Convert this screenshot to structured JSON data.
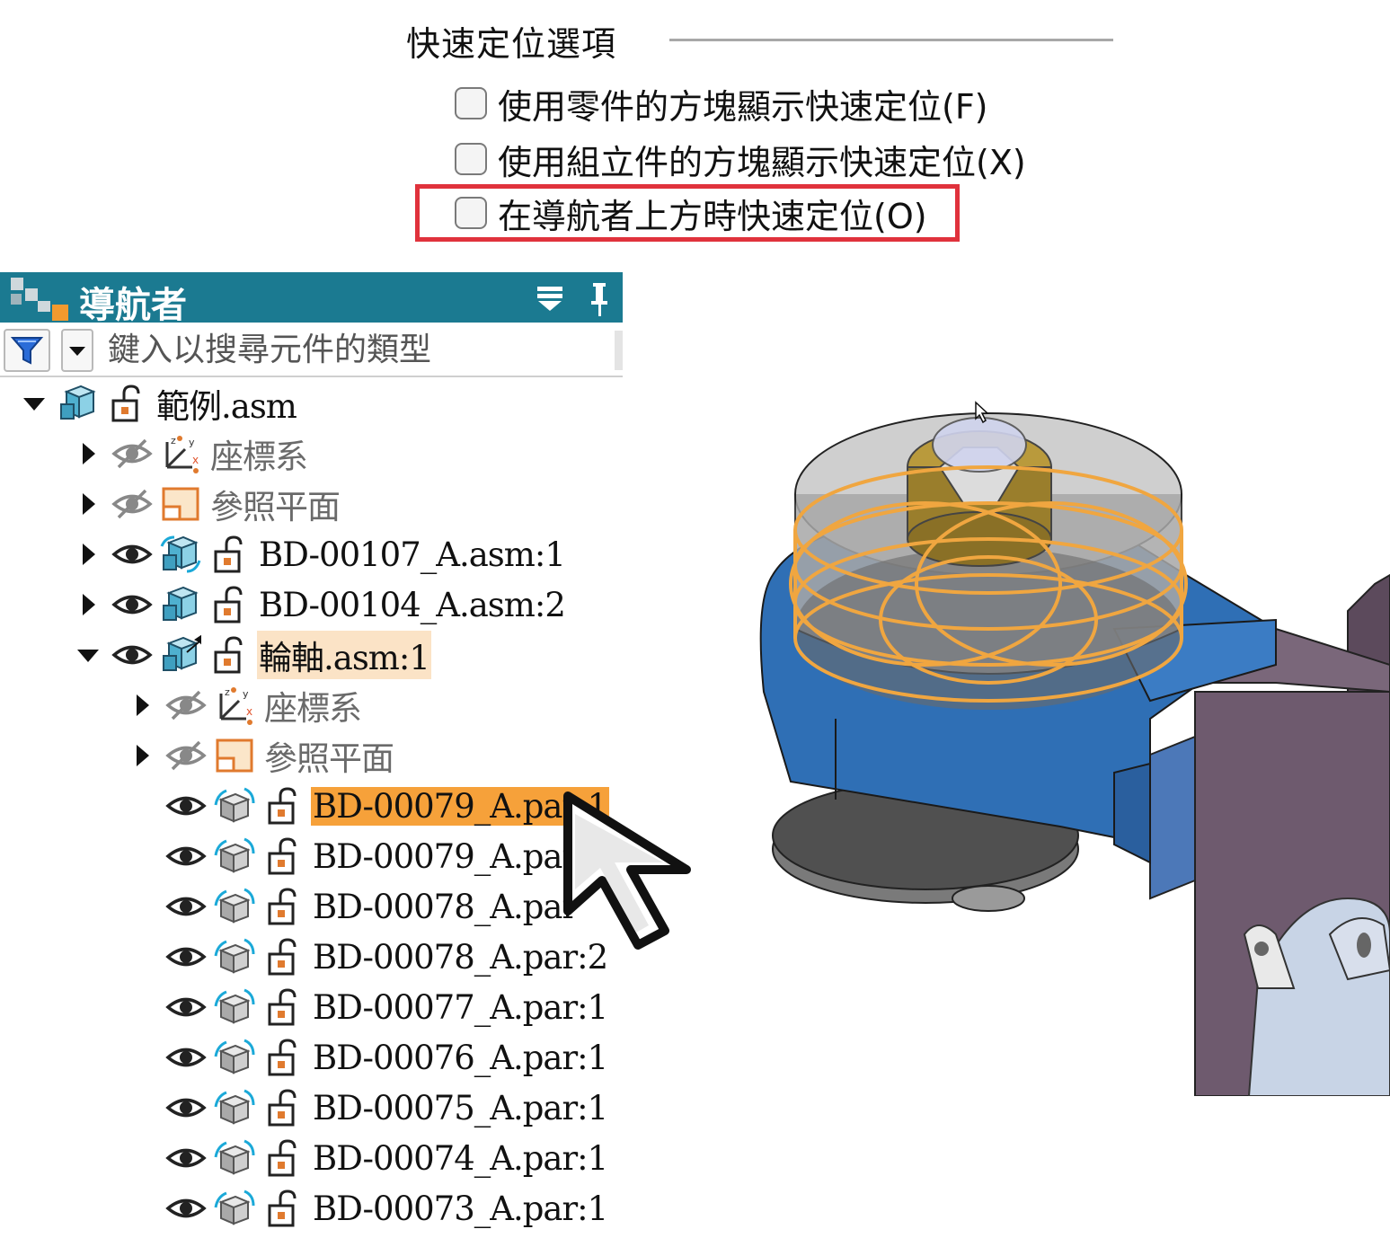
{
  "quick_pick": {
    "title": "快速定位選項",
    "options": [
      {
        "label": "使用零件的方塊顯示快速定位(F)",
        "checked": false
      },
      {
        "label": "使用組立件的方塊顯示快速定位(X)",
        "checked": false
      },
      {
        "label": "在導航者上方時快速定位(O)",
        "checked": false,
        "highlighted": true
      }
    ],
    "highlight_color": "#e0323c"
  },
  "navigator": {
    "title": "導航者",
    "header_color": "#1b7a91",
    "search_placeholder": "鍵入以搜尋元件的類型",
    "tree": [
      {
        "label": "範例.asm",
        "icon": "assembly-icon",
        "expand": "expanded"
      },
      {
        "label": "座標系",
        "icon": "coordinate-system-icon",
        "expand": "collapsed",
        "visibility": "hidden"
      },
      {
        "label": "參照平面",
        "icon": "reference-plane-icon",
        "expand": "collapsed",
        "visibility": "hidden"
      },
      {
        "label": "BD-00107_A.asm:1",
        "icon": "subassembly-link-icon",
        "expand": "collapsed",
        "visibility": "visible"
      },
      {
        "label": "BD-00104_A.asm:2",
        "icon": "assembly-icon",
        "expand": "collapsed",
        "visibility": "visible"
      },
      {
        "label": "輪軸.asm:1",
        "icon": "active-assembly-icon",
        "expand": "expanded",
        "visibility": "visible",
        "state": "active"
      },
      {
        "label": "座標系",
        "icon": "coordinate-system-icon",
        "expand": "collapsed",
        "visibility": "hidden"
      },
      {
        "label": "參照平面",
        "icon": "reference-plane-icon",
        "expand": "collapsed",
        "visibility": "hidden"
      },
      {
        "label": "BD-00079_A.par:1",
        "icon": "part-link-icon",
        "visibility": "visible",
        "state": "selected"
      },
      {
        "label": "BD-00079_A.par:",
        "icon": "part-link-icon",
        "visibility": "visible"
      },
      {
        "label": "BD-00078_A.par",
        "icon": "part-link-icon",
        "visibility": "visible"
      },
      {
        "label": "BD-00078_A.par:2",
        "icon": "part-link-icon",
        "visibility": "visible"
      },
      {
        "label": "BD-00077_A.par:1",
        "icon": "part-link-icon",
        "visibility": "visible"
      },
      {
        "label": "BD-00076_A.par:1",
        "icon": "part-link-icon",
        "visibility": "visible"
      },
      {
        "label": "BD-00075_A.par:1",
        "icon": "part-link-icon",
        "visibility": "visible"
      },
      {
        "label": "BD-00074_A.par:1",
        "icon": "part-link-icon",
        "visibility": "visible"
      },
      {
        "label": "BD-00073_A.par:1",
        "icon": "part-link-icon",
        "visibility": "visible"
      }
    ]
  },
  "colors": {
    "selected": "#f6a13a",
    "active": "#fbe3c6",
    "model_blue": "#2f6fb5",
    "model_purple": "#6e5a6e",
    "highlight_orange": "#f0a640"
  }
}
